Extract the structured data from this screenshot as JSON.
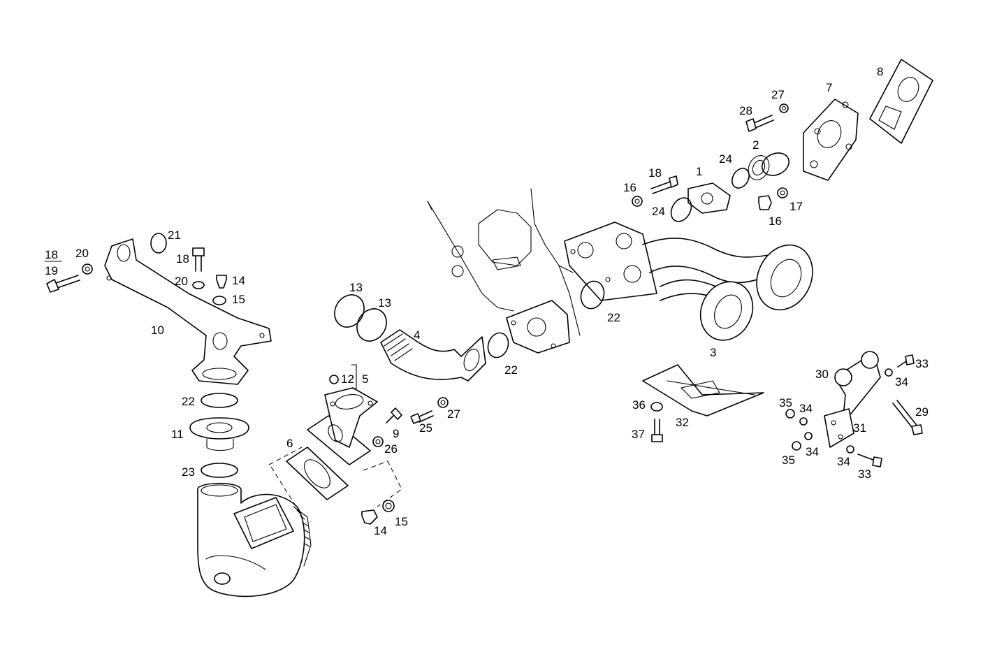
{
  "labels": {
    "l1": "1",
    "l2": "2",
    "l3": "3",
    "l4": "4",
    "l5": "5",
    "l6": "6",
    "l7": "7",
    "l8": "8",
    "l9": "9",
    "l10": "10",
    "l11": "11",
    "l12": "12",
    "l13a": "13",
    "l13b": "13",
    "l14a": "14",
    "l14b": "14",
    "l15a": "15",
    "l15b": "15",
    "l16a": "16",
    "l16b": "16",
    "l17": "17",
    "l18a": "18",
    "l18b": "18",
    "l18c": "18",
    "l19": "19",
    "l20a": "20",
    "l20b": "20",
    "l21": "21",
    "l22a": "22",
    "l22b": "22",
    "l22c": "22",
    "l23": "23",
    "l24a": "24",
    "l24b": "24",
    "l25": "25",
    "l26": "26",
    "l27a": "27",
    "l27b": "27",
    "l28": "28",
    "l29": "29",
    "l30": "30",
    "l31": "31",
    "l32": "32",
    "l33a": "33",
    "l33b": "33",
    "l34a": "34",
    "l34b": "34",
    "l34c": "34",
    "l34d": "34",
    "l35a": "35",
    "l35b": "35",
    "l36": "36",
    "l37": "37"
  }
}
